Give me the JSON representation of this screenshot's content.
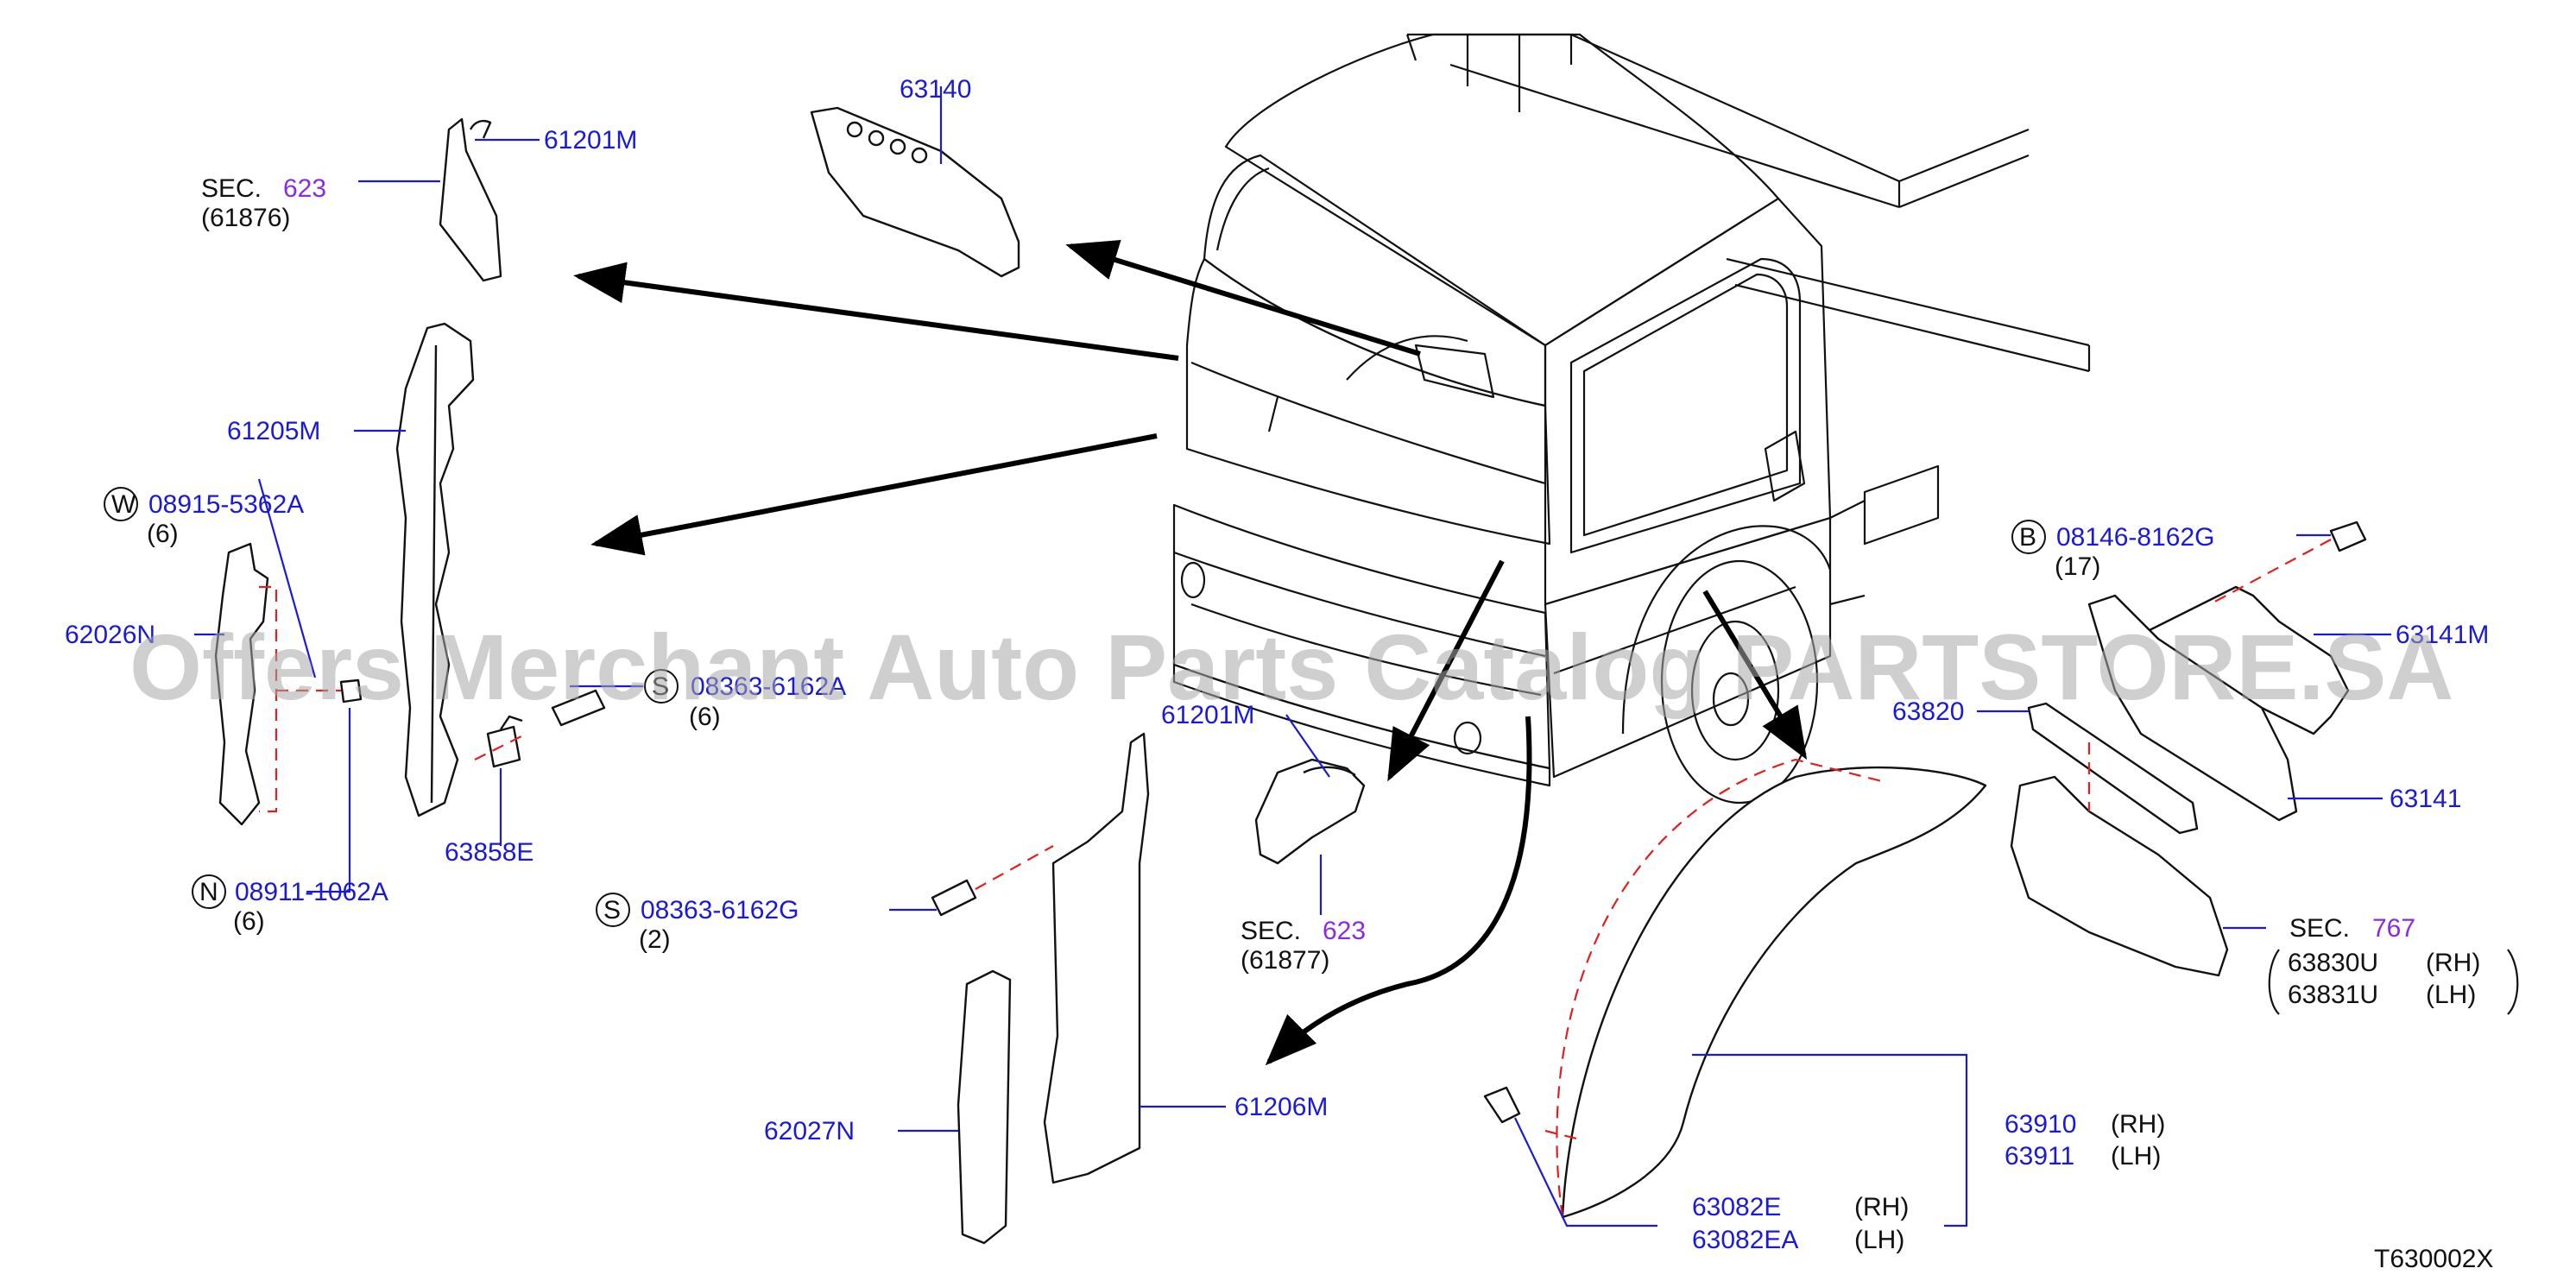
{
  "diagram_id": "T630002X",
  "watermark": "Offers Merchant Auto Parts Catalog PARTSTORE.SA",
  "colors": {
    "part_number": "#1a1ad6",
    "section_ref": "#8a2be2",
    "connector": "#e02020"
  },
  "labels": {
    "p63140": "63140",
    "p61201M_a": "61201M",
    "sec1": {
      "prefix": "SEC.",
      "num": "623",
      "ref": "(61876)"
    },
    "p61205M": "61205M",
    "w": {
      "letter": "W",
      "part": "08915-5362A",
      "qty": "(6)"
    },
    "p62026N": "62026N",
    "s1": {
      "letter": "S",
      "part": "08363-6162A",
      "qty": "(6)"
    },
    "n": {
      "letter": "N",
      "part": "08911-1062A",
      "qty": "(6)"
    },
    "p63858E": "63858E",
    "s2": {
      "letter": "S",
      "part": "08363-6162G",
      "qty": "(2)"
    },
    "p61201M_b": "61201M",
    "sec2": {
      "prefix": "SEC.",
      "num": "623",
      "ref": "(61877)"
    },
    "p62027N": "62027N",
    "p61206M": "61206M",
    "b": {
      "letter": "B",
      "part": "08146-8162G",
      "qty": "(17)"
    },
    "p63141M": "63141M",
    "p63820": "63820",
    "p63141": "63141",
    "sec3": {
      "prefix": "SEC.",
      "num": "767"
    },
    "p63830U": {
      "part": "63830U",
      "side": "(RH)"
    },
    "p63831U": {
      "part": "63831U",
      "side": "(LH)"
    },
    "p63910": {
      "part": "63910",
      "side": "(RH)"
    },
    "p63911": {
      "part": "63911",
      "side": "(LH)"
    },
    "p63082E": {
      "part": "63082E",
      "side": "(RH)"
    },
    "p63082EA": {
      "part": "63082EA",
      "side": "(LH)"
    }
  }
}
